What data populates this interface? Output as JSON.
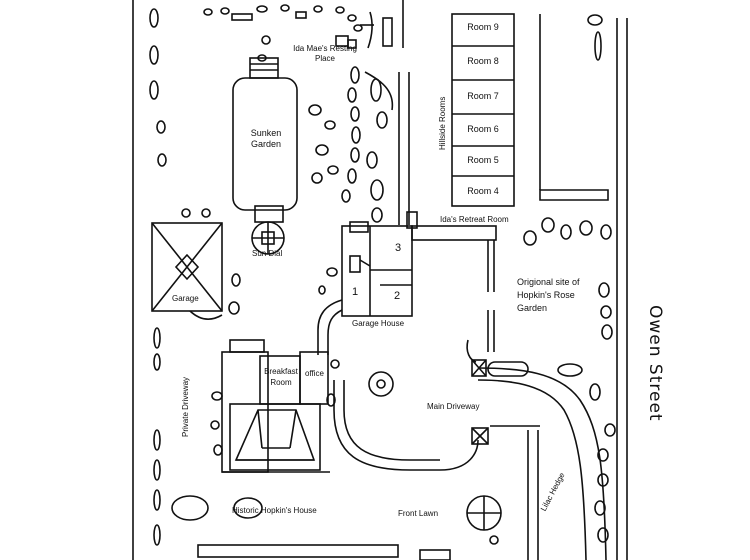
{
  "map": {
    "rooms": [
      "Room 9",
      "Room 8",
      "Room 7",
      "Room 6",
      "Room 5",
      "Room 4"
    ],
    "labels": {
      "idas_resting_place": "Ida Mae's Resting Place",
      "sunken_garden": "Sunken Garden",
      "sun_dial": "Sun Dial",
      "garage": "Garage",
      "garage_house": "Garage House",
      "hillside_rooms": "Hillside Rooms",
      "idas_retreat_room": "Ida's Retreat Room",
      "rose_garden": "Origional site of Hopkin's Rose Garden",
      "owen_street": "Owen Street",
      "breakfast_room": "Breakfast Room",
      "office": "office",
      "private_driveway": "Private Driveway",
      "main_driveway": "Main Driveway",
      "lilac_hedge": "Lilac Hedge",
      "historic_house": "Historic Hopkin's House",
      "front_lawn": "Front Lawn",
      "garage_house_rooms": [
        "1",
        "2",
        "3"
      ]
    }
  }
}
